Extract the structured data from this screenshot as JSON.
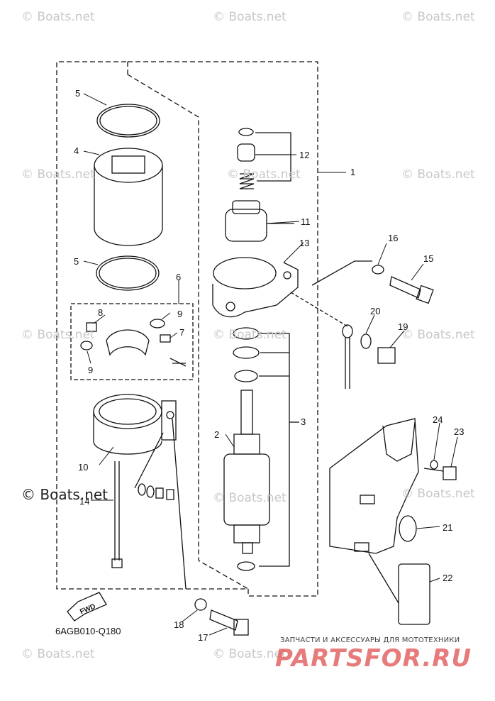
{
  "watermark": "© Boats.net",
  "diagram_code": "6AGB010-Q180",
  "fwd_label": "FWD",
  "shop": {
    "tagline": "ЗАПЧАСТИ И АКСЕССУАРЫ ДЛЯ МОТОТЕХНИКИ",
    "logo": "PARTSFOR.RU"
  },
  "callouts": [
    "1",
    "2",
    "3",
    "4",
    "5",
    "5",
    "6",
    "7",
    "8",
    "9",
    "9",
    "10",
    "11",
    "12",
    "13",
    "14",
    "15",
    "16",
    "17",
    "18",
    "19",
    "20",
    "21",
    "22",
    "23",
    "24"
  ]
}
